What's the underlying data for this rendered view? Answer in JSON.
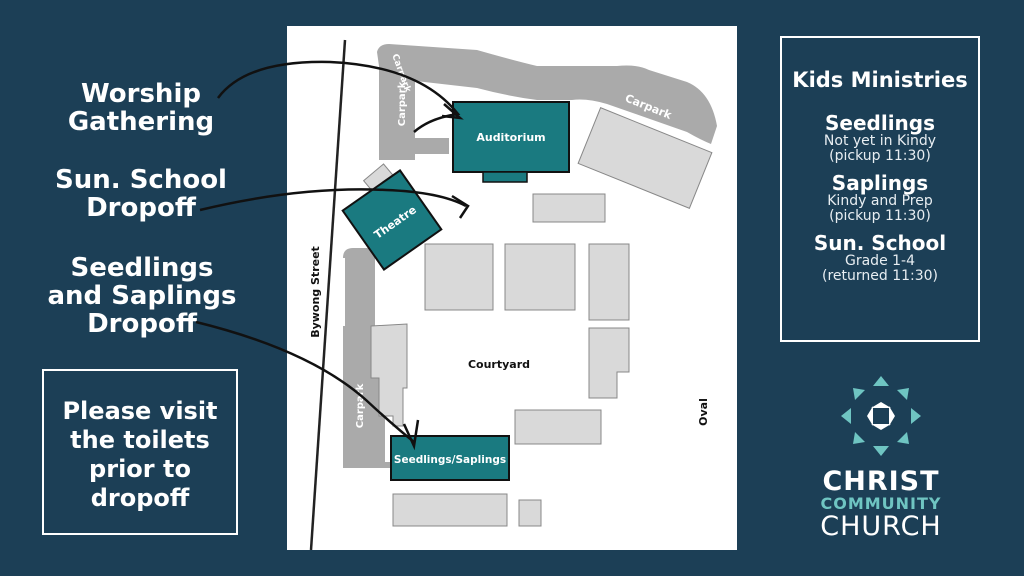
{
  "callouts": {
    "worship": [
      "Worship",
      "Gathering"
    ],
    "sunschool": [
      "Sun. School",
      "Dropoff"
    ],
    "seedlings": [
      "Seedlings",
      "and Saplings",
      "Dropoff"
    ]
  },
  "notice": [
    "Please visit",
    "the toilets",
    "prior to",
    "dropoff"
  ],
  "map": {
    "street": "Bywong Street",
    "carpark_top": "Carpark",
    "carpark_left": "Carpark",
    "carpark_right": "Carpark",
    "carpark_lower": "Carpark",
    "auditorium": "Auditorium",
    "theatre": "Theatre",
    "seedlings_saplings": "Seedlings/Saplings",
    "courtyard": "Courtyard",
    "oval": "Oval"
  },
  "kids": {
    "title": "Kids Ministries",
    "groups": [
      {
        "name": "Seedlings",
        "desc1": "Not yet in Kindy",
        "desc2": "(pickup 11:30)"
      },
      {
        "name": "Saplings",
        "desc1": "Kindy and Prep",
        "desc2": "(pickup 11:30)"
      },
      {
        "name": "Sun. School",
        "desc1": "Grade 1-4",
        "desc2": "(returned 11:30)"
      }
    ]
  },
  "logo": {
    "line1": "CHRIST",
    "line2": "COMMUNITY",
    "line3": "CHURCH"
  },
  "colors": {
    "background": "#1c3f56",
    "teal": "#1a7a80",
    "building": "#d9d9d9",
    "road": "#aaaaaa",
    "logo_accent": "#6fc5c2"
  }
}
